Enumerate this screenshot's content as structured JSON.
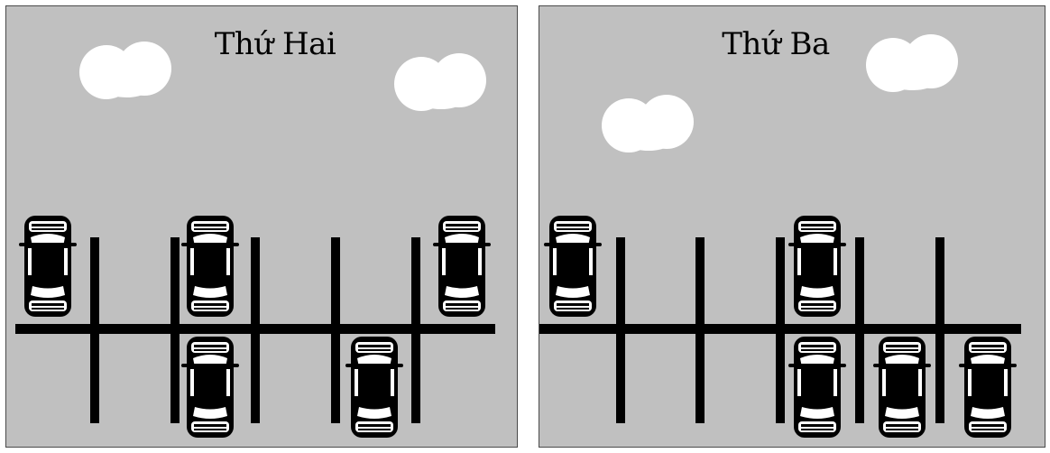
{
  "panels": [
    {
      "id": "mon",
      "title": "Thứ Hai"
    },
    {
      "id": "tue",
      "title": "Thứ Ba"
    }
  ],
  "colors": {
    "background": "#c0c0c0",
    "ink": "#000000",
    "cloud": "#ffffff"
  },
  "icons": [
    "cloud-icon",
    "car-icon"
  ]
}
